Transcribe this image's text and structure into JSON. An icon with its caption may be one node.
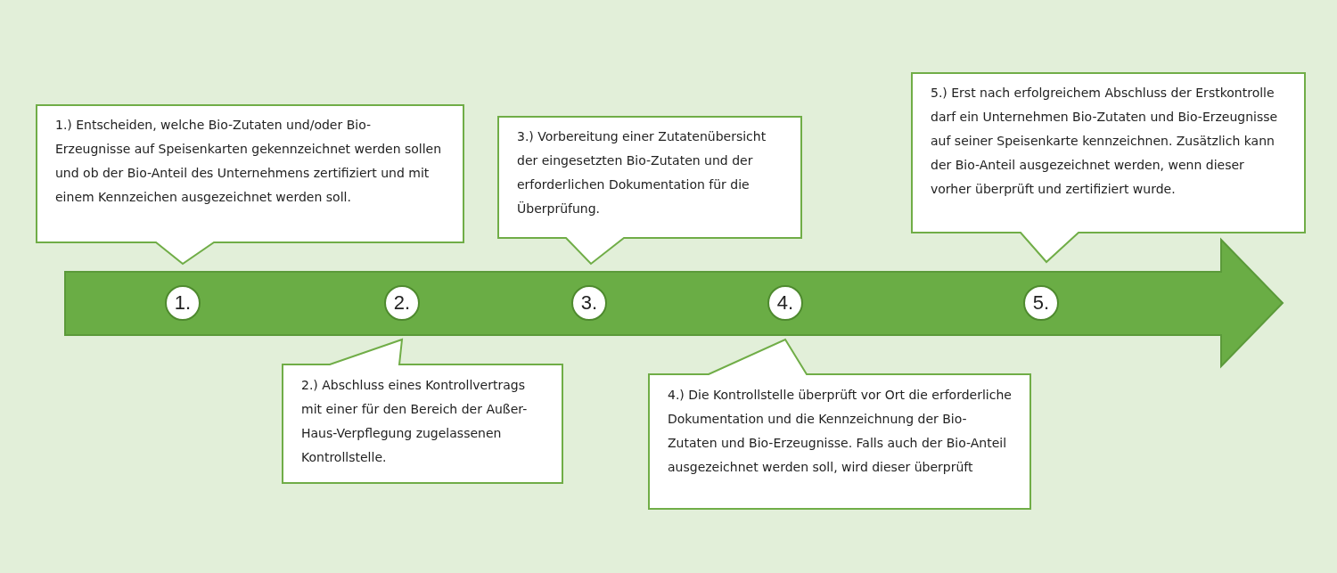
{
  "diagram": {
    "nodes": [
      {
        "text": [
          "1.) Entscheiden, welche Bio-Zutaten und/oder Bio-Erzeugnisse auf Speisenkarten gekennzeichnet werden sollen und ob der Bio-Anteil des Unternehmens zertifiziert und mit einem Kennzeichen ausgezeichnet werden soll."
        ]
      },
      {
        "text": [
          "3.) Vorbereitung einer Zutatenübersicht der eingesetzten Bio-Zutaten und der erforderlichen Dokumentation für die Überprüfung."
        ]
      },
      {
        "text": [
          "5.) Erst nach erfolgreichem Abschluss der Erstkontrolle darf ein Unternehmen Bio-Zutaten und Bio-Erzeugnisse auf seiner Speisenkarte kennzeichnen. Zusätzlich kann der Bio-Anteil ausgezeichnet werden, wenn dieser vorher überprüft und zertifiziert wurde."
        ]
      },
      {
        "text": [],
        "shape": "arrow"
      },
      {
        "text": [
          "1."
        ],
        "in": 3
      },
      {
        "text": [
          "2."
        ],
        "in": 3
      },
      {
        "text": [
          "3."
        ],
        "in": 3
      },
      {
        "text": [
          "4."
        ],
        "in": 3
      },
      {
        "text": [
          "5."
        ],
        "in": 3
      },
      {
        "text": [
          "2.) Abschluss eines Kontrollvertrags mit einer für den Bereich der Außer-Haus-Verpflegung zugelassenen Kontrollstelle."
        ]
      },
      {
        "text": [
          "4.) Die Kontrollstelle überprüft vor Ort die erforderliche Dokumentation und die Kennzeichnung der Bio-Zutaten und Bio-Erzeugnisse. Falls auch der Bio-Anteil ausgezeichnet werden soll, wird dieser überprüft"
        ]
      }
    ]
  }
}
